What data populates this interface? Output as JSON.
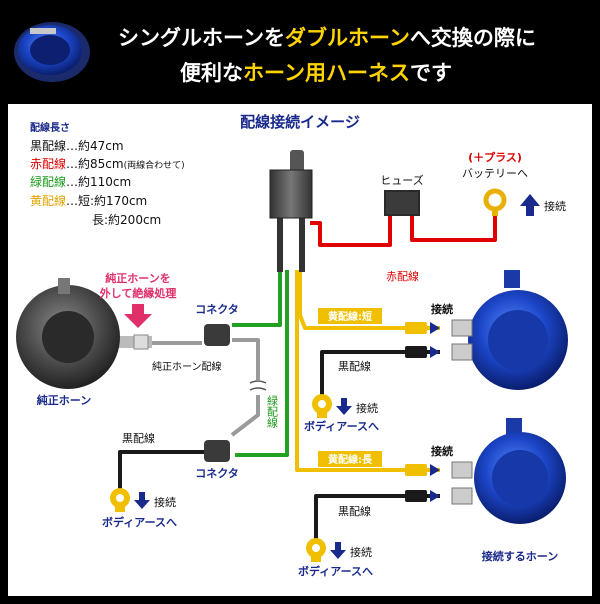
{
  "header": {
    "line1_a": "シングルホーンを",
    "line1_b": "ダブルホーン",
    "line1_c": "へ交換の際に",
    "line2_a": "便利な",
    "line2_b": "ホーン用ハーネス",
    "line2_c": "です"
  },
  "diagram": {
    "title": "配線接続イメージ",
    "legend_title": "配線長さ",
    "legend": [
      {
        "label": "黒配線",
        "value": "…約47cm",
        "note": "",
        "color": "#111111"
      },
      {
        "label": "赤配線",
        "value": "…約85cm",
        "note": "(両線合わせて)",
        "color": "#e00000"
      },
      {
        "label": "緑配線",
        "value": "…約110cm",
        "note": "",
        "color": "#1a9a1a"
      },
      {
        "label": "黄配線",
        "value": "…短:約170cm",
        "note": "",
        "color": "#e3a200"
      },
      {
        "label": "",
        "value": "長:約200cm",
        "note": "",
        "color": "#111111"
      }
    ],
    "labels": {
      "fuse": "ヒューズ",
      "battery_plus": "(＋プラス)",
      "battery_to": "バッテリーへ",
      "connect": "接続",
      "red_wire": "赤配線",
      "yellow_short": "黄配線:短",
      "yellow_long": "黄配線:長",
      "black_wire": "黒配線",
      "green_wire": "緑配線",
      "stock_horn_wire": "純正ホーン配線",
      "connector": "コネクタ",
      "stock_horn": "純正ホーン",
      "remove_insulate_1": "純正ホーンを",
      "remove_insulate_2": "外して絶縁処理",
      "body_earth": "ボディアースへ",
      "horn_to_connect": "接続するホーン"
    }
  },
  "colors": {
    "red": "#e00000",
    "yellow": "#f0c000",
    "green": "#22a022",
    "black": "#1a1a1a",
    "blue_title": "#1a2a8c",
    "pink_arrow": "#e0306a",
    "horn_blue": "#1c46c8",
    "header_yellow": "#ffd400"
  },
  "icons": [
    "horn-icon",
    "relay-icon",
    "fuse-icon",
    "ring-terminal-icon",
    "ground-terminal-icon",
    "arrow-icon"
  ]
}
